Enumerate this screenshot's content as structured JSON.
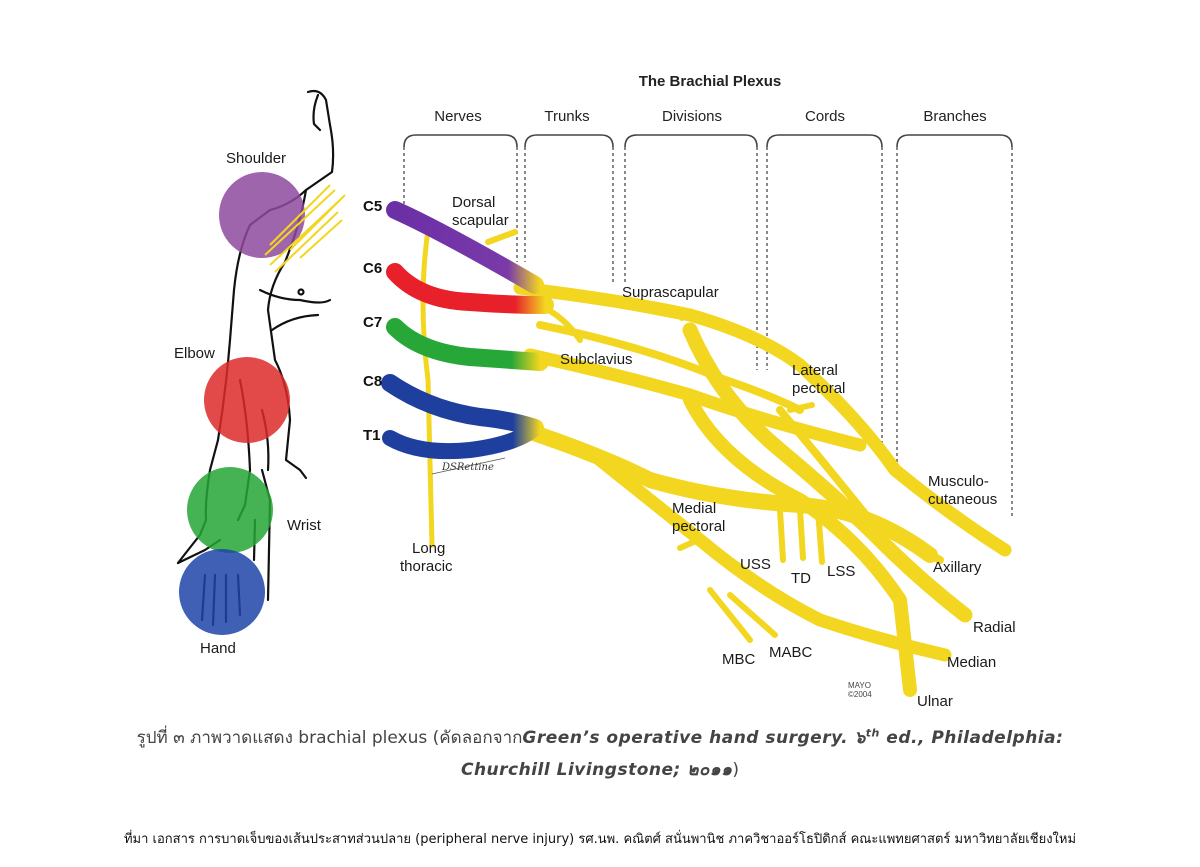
{
  "diagram": {
    "title": "The Brachial Plexus",
    "headers": {
      "nerves": "Nerves",
      "trunks": "Trunks",
      "divisions": "Divisions",
      "cords": "Cords",
      "branches": "Branches"
    },
    "body_regions": [
      {
        "label": "Shoulder",
        "color": "#8e4a9e"
      },
      {
        "label": "Elbow",
        "color": "#dd2a2a"
      },
      {
        "label": "Wrist",
        "color": "#25a535"
      },
      {
        "label": "Hand",
        "color": "#1f44a8"
      }
    ],
    "roots": [
      {
        "label": "C5",
        "color": "#6b2fa6"
      },
      {
        "label": "C6",
        "color": "#e8202a"
      },
      {
        "label": "C7",
        "color": "#26a737"
      },
      {
        "label": "C8",
        "color": "#1e3f9e"
      },
      {
        "label": "T1",
        "color": "#1e3f9e"
      }
    ],
    "nerve_color": "#f2d620",
    "nerve_labels": {
      "dorsal_scapular_1": "Dorsal",
      "dorsal_scapular_2": "scapular",
      "suprascapular": "Suprascapular",
      "subclavius": "Subclavius",
      "lateral_pectoral_1": "Lateral",
      "lateral_pectoral_2": "pectoral",
      "musculocutaneous_1": "Musculo-",
      "musculocutaneous_2": "cutaneous",
      "axillary": "Axillary",
      "radial": "Radial",
      "median": "Median",
      "ulnar": "Ulnar",
      "medial_pectoral_1": "Medial",
      "medial_pectoral_2": "pectoral",
      "uss": "USS",
      "td": "TD",
      "lss": "LSS",
      "mbc": "MBC",
      "mabc": "MABC",
      "long_thoracic_1": "Long",
      "long_thoracic_2": "thoracic"
    },
    "credit_1": "MAYO",
    "credit_2": "©2004",
    "signature": "DSRettine"
  },
  "caption": {
    "prefix": "รูปที่ ๓ ภาพวาดแสดง brachial plexus (คัดลอกจาก",
    "book": "Green’s operative hand surgery. ๖",
    "sup": "th",
    "edition": " ed., Philadelphia:",
    "publisher": "Churchill Livingstone; ๒๐๑๑",
    "close": ")"
  },
  "source": "ที่มา เอกสาร การบาดเจ็บของเส้นประสาทส่วนปลาย (peripheral nerve injury) รศ.นพ. คณิตศ์ สนั่นพานิช ภาควิชาออร์โธปิดิกส์ คณะแพทยศาสตร์ มหาวิทยาลัยเชียงใหม่"
}
